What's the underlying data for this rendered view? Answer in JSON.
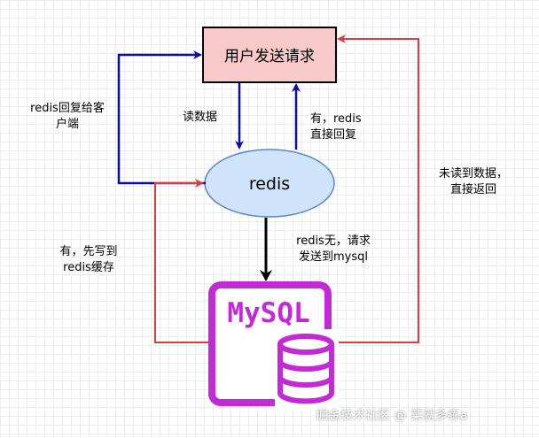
{
  "nodes": {
    "user_request": "用户发送请求",
    "redis": "redis",
    "mysql_logo": "MySQL"
  },
  "edge_labels": {
    "read_data": "读数据",
    "redis_hit_return": "有，redis\n直接回复",
    "redis_reply_client": "redis回复给客\n户端",
    "redis_miss_request": "redis无，请求\n发送到mysql",
    "write_redis_cache": "有，先写到\nredis缓存",
    "not_found_return": "未读到数据，\n直接返回"
  },
  "watermark": "掘金技术社区 @ 菜就多练a",
  "colors": {
    "blue_arrow": "#0a0ab4",
    "red_arrow": "#e23b3b",
    "black_arrow": "#000000",
    "mysql_purple": "#c12ad4",
    "user_box_fill": "#f8c9c9",
    "redis_fill": "#cfe3fb",
    "redis_stroke": "#5b86c6"
  }
}
